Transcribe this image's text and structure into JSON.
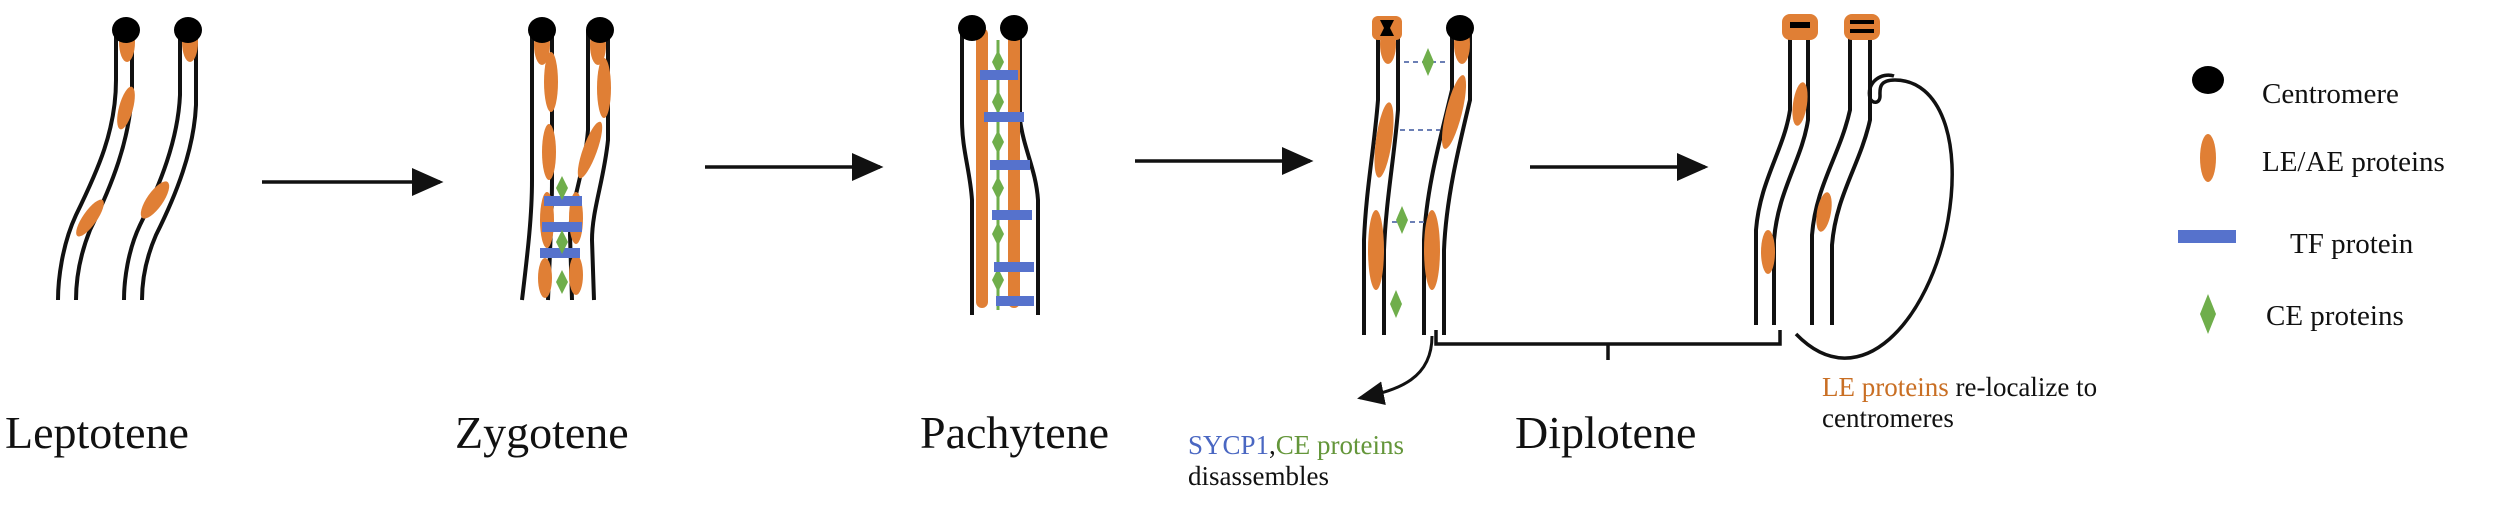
{
  "stages": {
    "leptotene": "Leptotene",
    "zygotene": "Zygotene",
    "pachytene": "Pachytene",
    "diplotene": "Diplotene"
  },
  "legend": {
    "centromere": "Centromere",
    "le_ae": "LE/AE proteins",
    "tf": "TF protein",
    "ce": "CE proteins"
  },
  "notes": {
    "disassembly": {
      "sycp1": "SYCP1",
      "comma": ",",
      "ce": "CE proteins",
      "rest": "disassembles"
    },
    "relocalize": {
      "le": "LE proteins",
      "rest1": " re-localize to",
      "rest2": "centromeres"
    }
  },
  "colors": {
    "orange": "#e07f35",
    "blue": "#5672cc",
    "green": "#6fae4b",
    "centromere": "#000000",
    "line": "#111111"
  }
}
